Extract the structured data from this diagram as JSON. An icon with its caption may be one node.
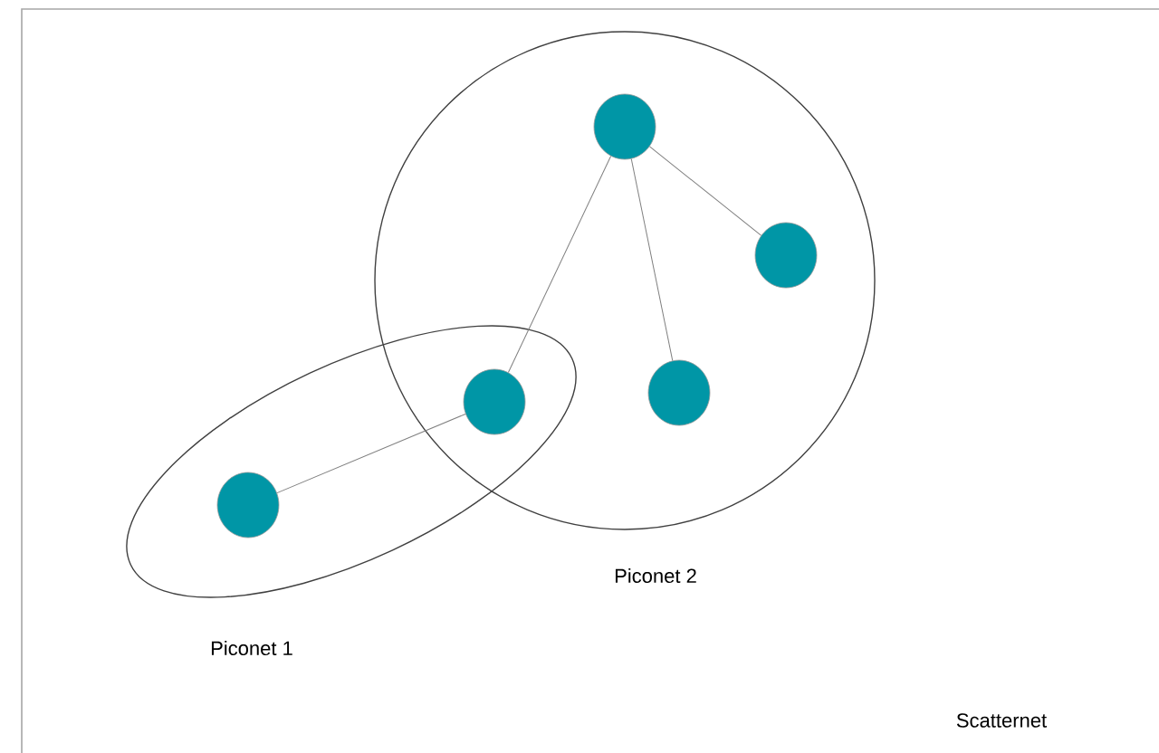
{
  "diagram": {
    "nodes": [
      {
        "text": [
          "Scatternet"
        ]
      },
      {
        "text": [
          "Piconet 2"
        ],
        "in": 0
      },
      {
        "text": [],
        "shape": "circle",
        "in": 1
      },
      {
        "text": [],
        "shape": "circle",
        "in": 1
      },
      {
        "text": [],
        "shape": "circle",
        "in": 1
      },
      {
        "text": [
          "Piconet 1"
        ],
        "in": 0
      },
      {
        "text": [],
        "shape": "circle"
      },
      {
        "text": [],
        "shape": "circle",
        "in": 5
      }
    ],
    "edges": [
      {
        "from": 2,
        "to": 6,
        "arrow": "none"
      },
      {
        "from": 2,
        "to": 4,
        "arrow": "none"
      },
      {
        "from": 2,
        "to": 3,
        "arrow": "none"
      },
      {
        "from": 6,
        "to": 7,
        "arrow": "none"
      }
    ]
  }
}
